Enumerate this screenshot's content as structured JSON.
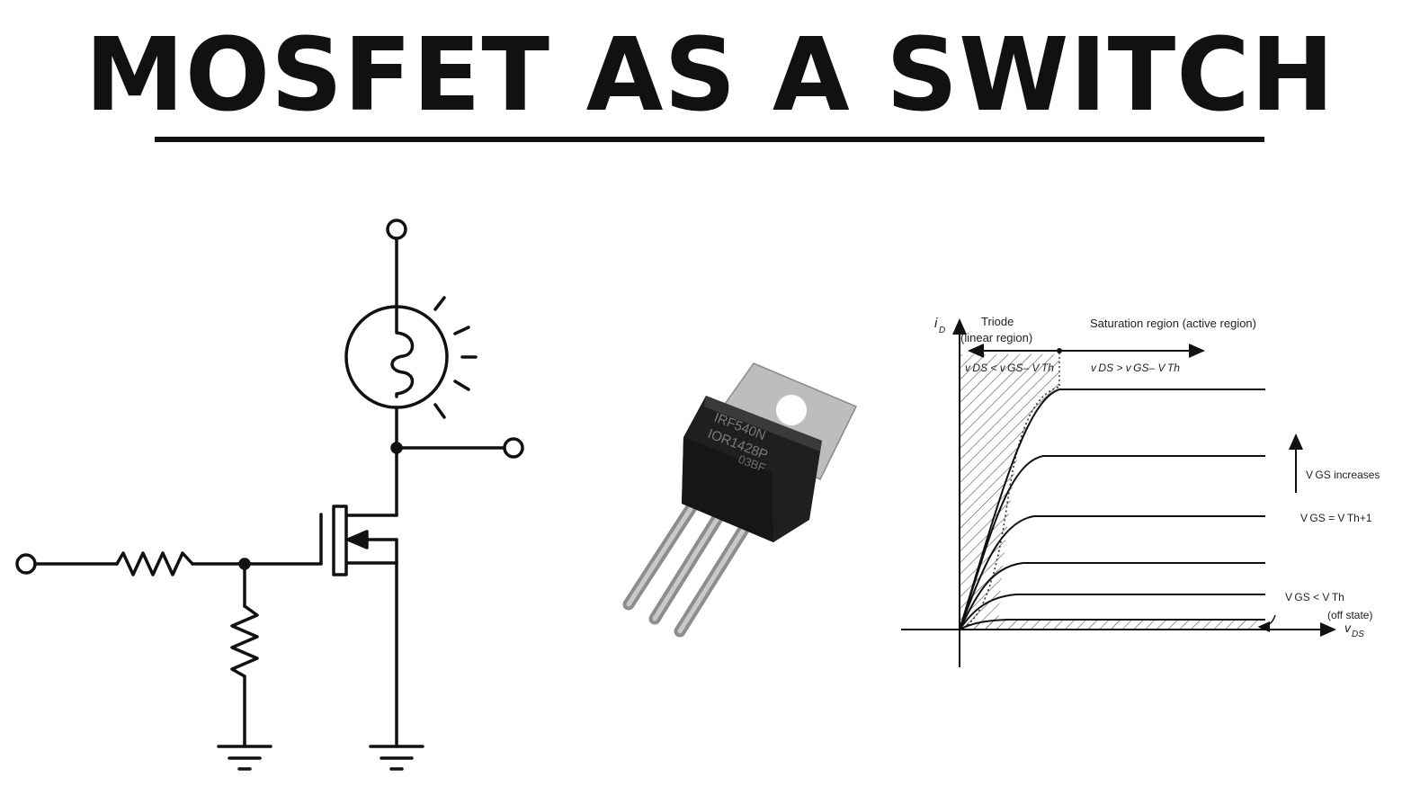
{
  "title": "MOSFET AS A SWITCH",
  "package": {
    "marking_line1": "IRF540N",
    "marking_line2": "IOR1428P",
    "marking_line3": "03BF"
  },
  "characteristics": {
    "y_axis_label": "i",
    "y_axis_sub": "D",
    "x_axis_label": "v",
    "x_axis_sub": "DS",
    "triode_title": "Triode",
    "triode_subtitle": "(linear region)",
    "saturation_title": "Saturation region (active region)",
    "triode_condition": "v DS < v GS– V Th",
    "saturation_condition": "v DS > v GS– V Th",
    "vgs_increases": "V GS increases",
    "vgs_threshold_plus_one": "V GS = V Th+1",
    "vgs_below_threshold": "V GS < V Th",
    "off_state": "(off state)"
  }
}
